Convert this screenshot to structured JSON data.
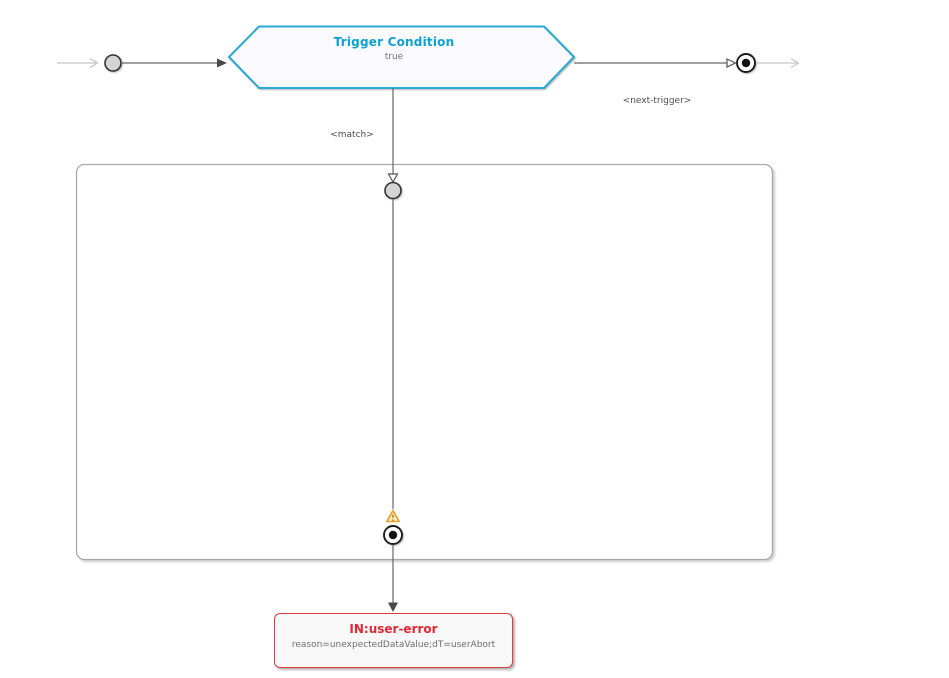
{
  "diagram": {
    "trigger_node": {
      "title": "Trigger Condition",
      "subtitle": "true"
    },
    "edge_labels": {
      "match": "<match>",
      "next_trigger": "<next-trigger>"
    },
    "error_node": {
      "title": "IN:user-error",
      "subtitle": "reason=unexpectedDataValue;dT=userAbort"
    },
    "icons": {
      "start_state": "start-state-icon",
      "final_state": "final-state-icon",
      "warning": "warning-icon"
    },
    "colors": {
      "accent_cyan": "#2aaad2",
      "title_cyan": "#0aa4d4",
      "error_red": "#e13a40",
      "warning_orange": "#e79d2d",
      "edge_gray": "#666666",
      "light_edge_gray": "#c6c6c6",
      "container_border_gray": "#a8a8a8",
      "node_fill": "#fafaff",
      "background": "#ffffff"
    }
  }
}
